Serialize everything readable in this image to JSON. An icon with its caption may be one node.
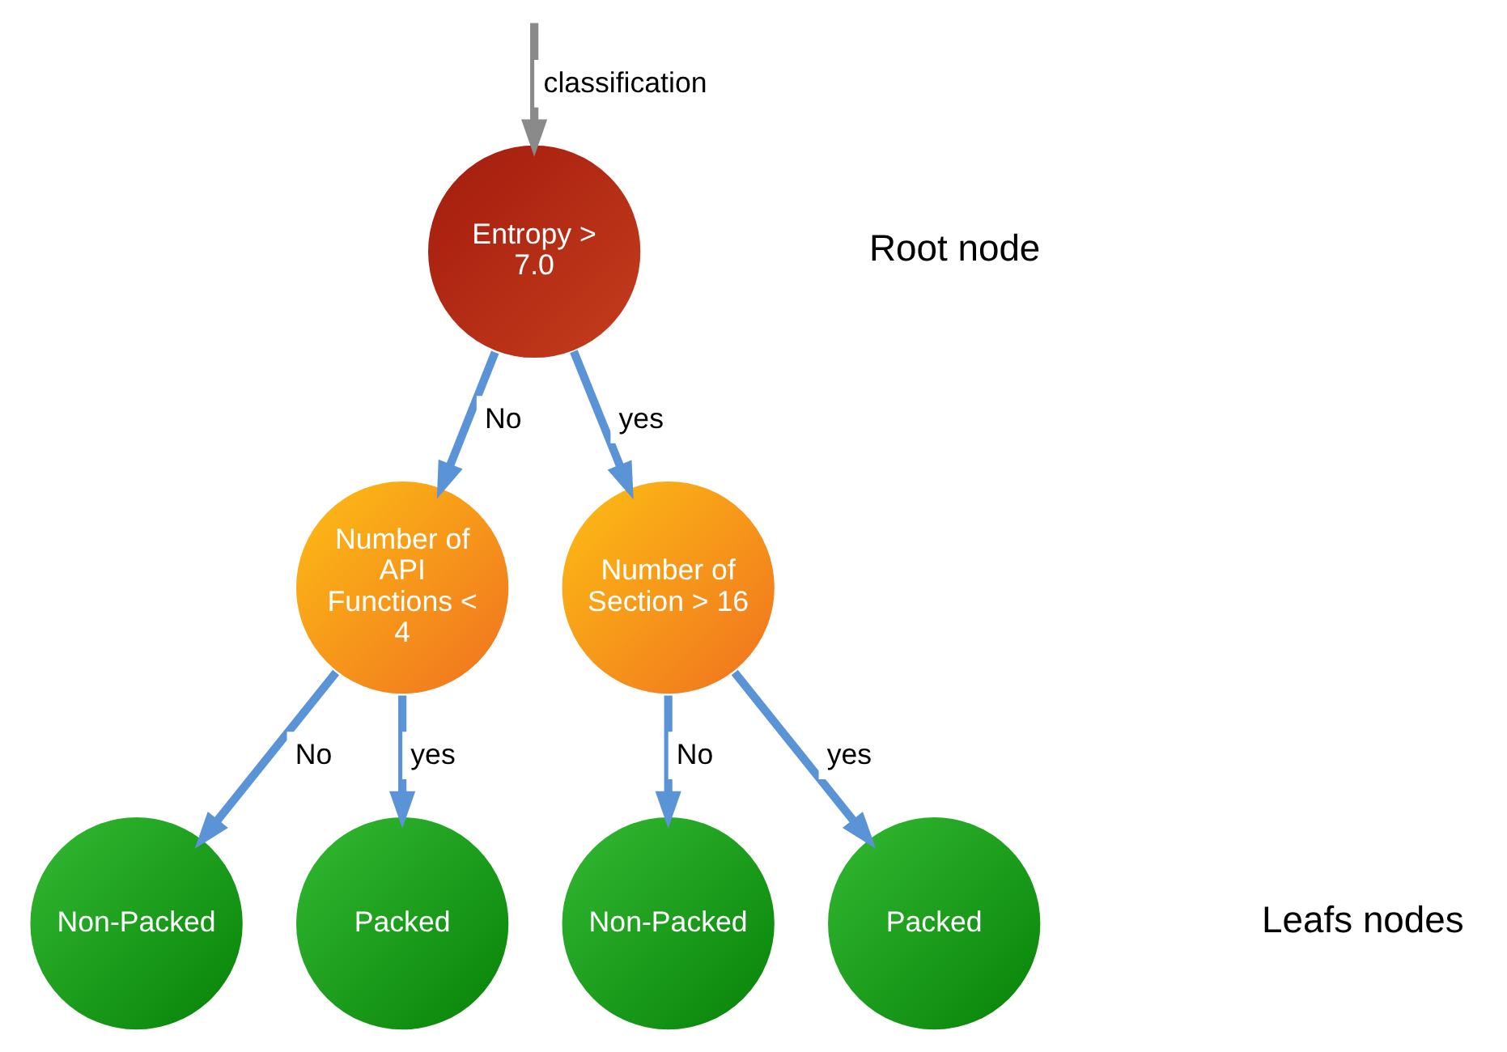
{
  "diagram": {
    "nodes": [
      {
        "text": [
          "Entropy > 7.0"
        ]
      },
      {
        "text": [
          "Number of API Functions < 4"
        ]
      },
      {
        "text": [
          "Number of Section > 16"
        ]
      },
      {
        "text": [
          "Non-Packed"
        ]
      },
      {
        "text": [
          "Packed"
        ]
      },
      {
        "text": [
          "Non-Packed"
        ]
      },
      {
        "text": [
          "Packed"
        ]
      }
    ],
    "edges": [
      {
        "from": null,
        "to": 0,
        "arrow": "to",
        "label": "classification",
        "color": "#8a8a8a"
      },
      {
        "from": 0,
        "to": 1,
        "arrow": "to",
        "label": "No"
      },
      {
        "from": 0,
        "to": 2,
        "arrow": "to",
        "label": "yes"
      },
      {
        "from": 1,
        "to": 3,
        "arrow": "to",
        "label": "No"
      },
      {
        "from": 1,
        "to": 4,
        "arrow": "to",
        "label": "yes"
      },
      {
        "from": 2,
        "to": 5,
        "arrow": "to",
        "label": "No"
      },
      {
        "from": 2,
        "to": 6,
        "arrow": "to",
        "label": "yes"
      }
    ],
    "labels": [
      "Root node",
      "Leafs nodes"
    ]
  }
}
